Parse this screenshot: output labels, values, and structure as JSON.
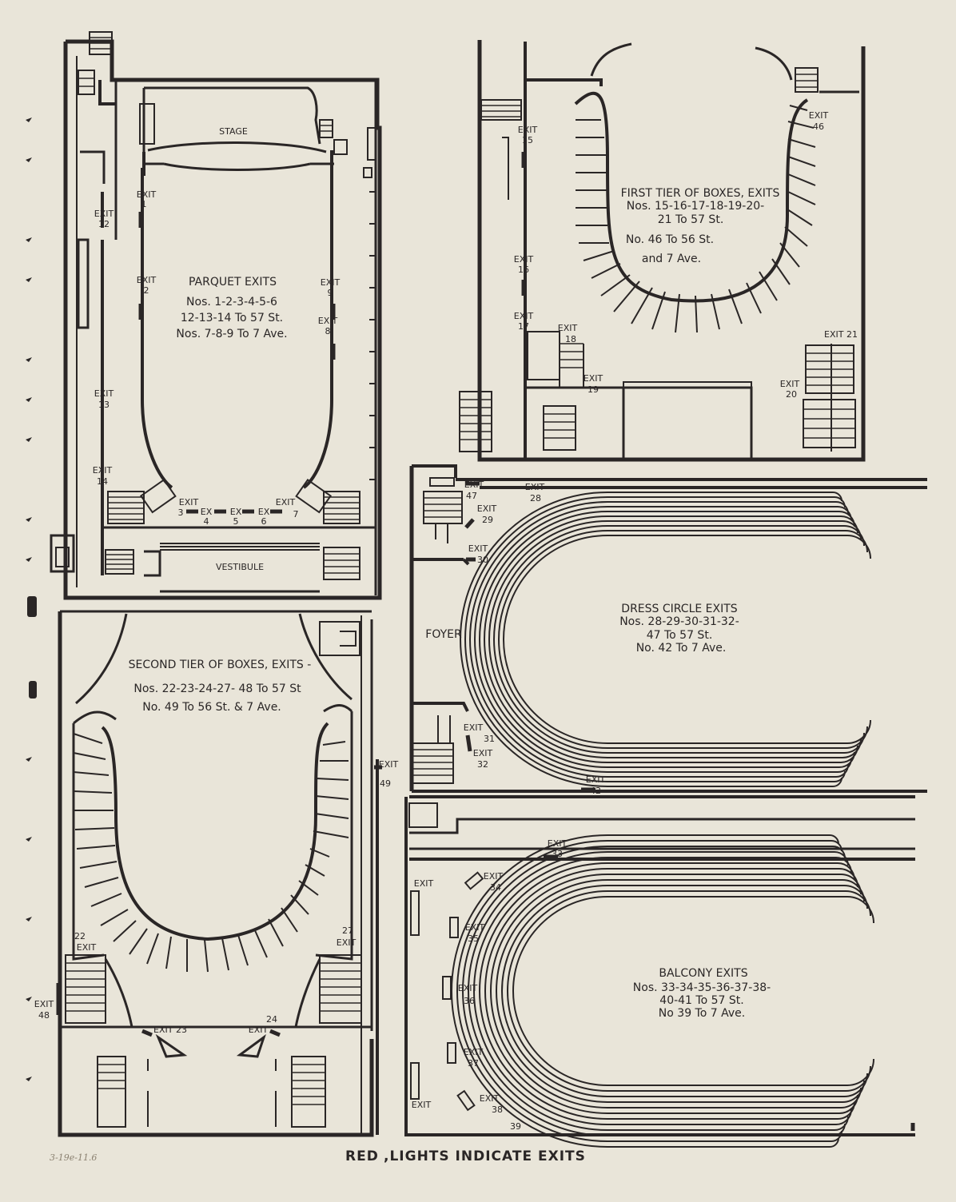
{
  "footer": {
    "red": "RED",
    "rest": ",LIGHTS INDICATE EXITS",
    "annotation": "3-19e-11.6"
  },
  "parquet": {
    "stage": "STAGE",
    "vestibule": "VESTIBULE",
    "caption": [
      "PARQUET EXITS",
      "Nos. 1-2-3-4-5-6",
      "12-13-14 To 57 St.",
      "Nos. 7-8-9 To 7 Ave."
    ],
    "exits": {
      "e1": [
        "EXIT",
        "1"
      ],
      "e2": [
        "EXIT",
        "2"
      ],
      "e3": [
        "EXIT",
        "3"
      ],
      "e4": [
        "EX",
        "4"
      ],
      "e5": [
        "EX",
        "5"
      ],
      "e6": [
        "EX",
        "6"
      ],
      "e7": [
        "EXIT",
        "7"
      ],
      "e8": [
        "EXIT",
        "8"
      ],
      "e9": [
        "EXIT",
        "9"
      ],
      "e12": [
        "EXIT",
        "12"
      ],
      "e13": [
        "EXIT",
        "13"
      ],
      "e14": [
        "EXIT",
        "14"
      ]
    }
  },
  "first_tier": {
    "caption": [
      "FIRST TIER OF BOXES, EXITS",
      "Nos. 15-16-17-18-19-20-",
      "21 To 57 St.",
      "No. 46 To 56 St.",
      "and 7 Ave."
    ],
    "exits": {
      "e15": [
        "EXIT",
        "15"
      ],
      "e16": [
        "EXIT",
        "16"
      ],
      "e17": [
        "EXIT",
        "17"
      ],
      "e18": [
        "EXIT",
        "18"
      ],
      "e19": [
        "EXIT",
        "19"
      ],
      "e20": [
        "EXIT",
        "20"
      ],
      "e21": [
        "EXIT 21"
      ],
      "e46": [
        "EXIT",
        "46"
      ]
    }
  },
  "dress_circle": {
    "foyer": "FOYER",
    "caption": [
      "DRESS CIRCLE EXITS",
      "Nos. 28-29-30-31-32-",
      "47 To 57 St.",
      "No. 42 To 7 Ave."
    ],
    "exits": {
      "e47": [
        "EXIT",
        "47"
      ],
      "e28": [
        "EXIT",
        "28"
      ],
      "e29": [
        "EXIT",
        "29"
      ],
      "e30": [
        "EXIT",
        "30"
      ],
      "e31": [
        "EXIT",
        "31"
      ],
      "e32": [
        "EXIT",
        "32"
      ],
      "e42": [
        "EXIT",
        "42"
      ]
    }
  },
  "second_tier": {
    "caption": [
      "SECOND TIER OF BOXES, EXITS -",
      "Nos. 22-23-24-27- 48 To 57 St",
      "No. 49 To 56 St. & 7 Ave."
    ],
    "exits": {
      "e22": [
        "22",
        "EXIT"
      ],
      "e27": [
        "27",
        "EXIT"
      ],
      "e48": [
        "EXIT",
        "48"
      ],
      "e23": [
        "EXIT 23"
      ],
      "e24": [
        "24",
        "EXIT"
      ],
      "e49": [
        "EXIT",
        "49"
      ]
    }
  },
  "balcony": {
    "caption": [
      "BALCONY EXITS",
      "Nos. 33-34-35-36-37-38-",
      "40-41 To 57 St.",
      "No 39 To 7 Ave."
    ],
    "exits": {
      "e33": [
        "EXIT",
        "33"
      ],
      "e34": [
        "EXIT",
        "34"
      ],
      "e35": [
        "EXIT",
        "35"
      ],
      "e36": [
        "EXIT",
        "36"
      ],
      "e37": [
        "EXIT",
        "37"
      ],
      "e38": [
        "EXIT",
        "38"
      ],
      "e39": [
        "39"
      ],
      "e40": [
        "EXIT"
      ],
      "e41": [
        "EXIT"
      ]
    }
  }
}
